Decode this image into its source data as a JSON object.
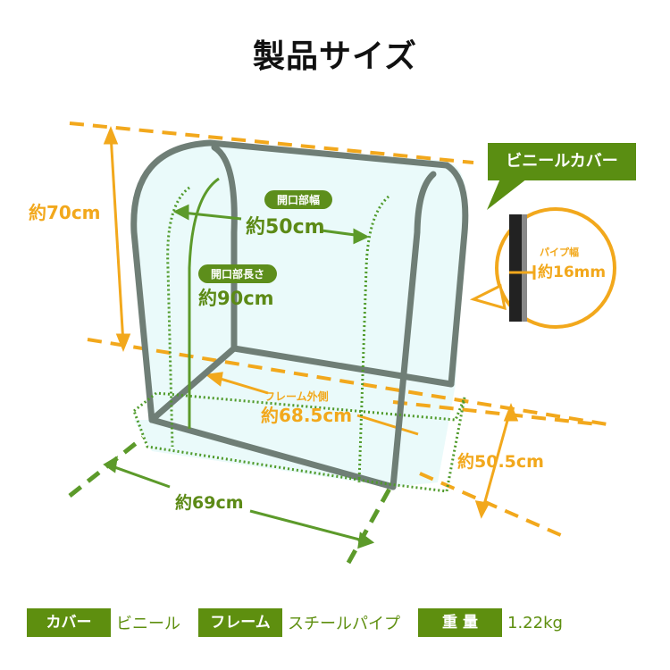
{
  "title": "製品サイズ",
  "callout": {
    "label": "ビニールカバー"
  },
  "pipe_detail": {
    "label": "パイプ幅",
    "value": "約16mm"
  },
  "dimensions": {
    "height": "約70cm",
    "opening_width_label": "開口部幅",
    "opening_width": "約50cm",
    "opening_length_label": "開口部長さ",
    "opening_length": "約90cm",
    "frame_outer_label": "フレーム外側",
    "frame_outer": "約68.5cm",
    "width": "約69cm",
    "depth": "約50.5cm"
  },
  "specs": [
    {
      "key": "カバー",
      "value": "ビニール"
    },
    {
      "key": "フレーム",
      "value": "スチールパイプ"
    },
    {
      "key": "重 量",
      "value": "1.22kg"
    }
  ],
  "colors": {
    "orange": "#f2a81c",
    "green": "#5c8a16",
    "frame": "#6f7e76",
    "cover": "#eafafa"
  }
}
